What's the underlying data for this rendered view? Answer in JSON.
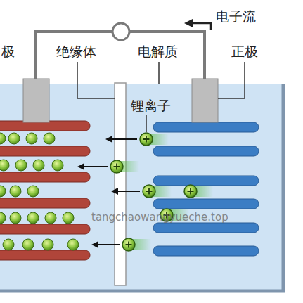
{
  "diagram": {
    "labels": [
      "极",
      "绝缘体",
      "电解质",
      "正极",
      "电子流",
      "锂离子",
      "tangchaowangyueche.top"
    ]
  }
}
